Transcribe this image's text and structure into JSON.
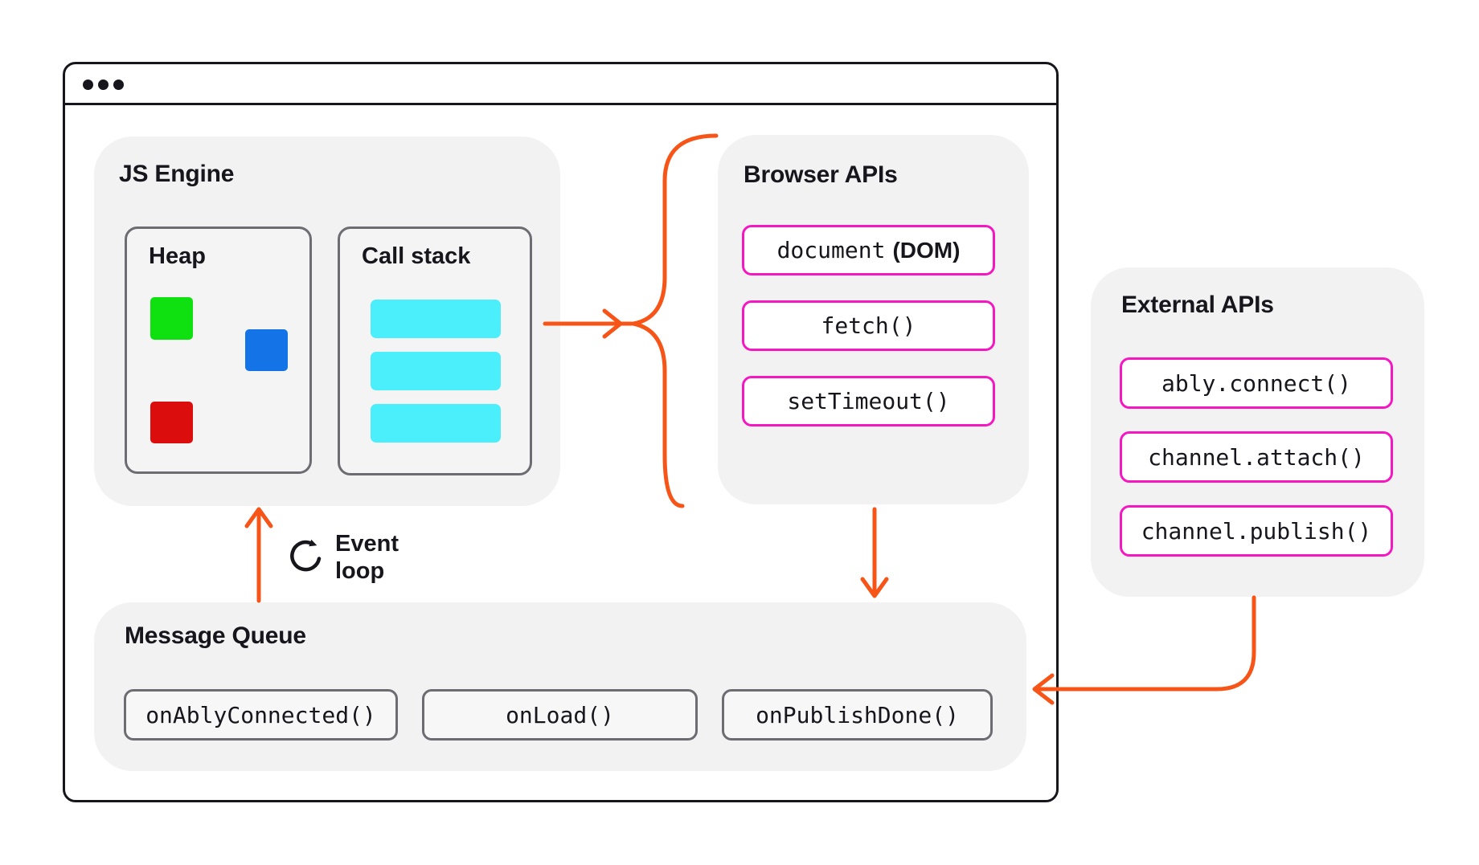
{
  "colors": {
    "orange": "#f75417",
    "magenta": "#f517c1",
    "green": "#0fe00f",
    "blue": "#1473e6",
    "red": "#db0d0d",
    "cyan": "#4beefb",
    "panel_bg": "#f2f2f3",
    "panel_border_gray": "#6c6c72",
    "ink": "#16161c"
  },
  "window": {
    "traffic_dots": 3
  },
  "js_engine": {
    "title": "JS Engine",
    "heap": {
      "title": "Heap",
      "objects": [
        "green-object",
        "blue-object",
        "red-object"
      ]
    },
    "call_stack": {
      "title": "Call stack",
      "frames": 3
    }
  },
  "browser_apis": {
    "title": "Browser APIs",
    "items": [
      {
        "mono": "document",
        "sans": "(DOM)"
      },
      {
        "mono": "fetch()",
        "sans": ""
      },
      {
        "mono": "setTimeout()",
        "sans": ""
      }
    ]
  },
  "external_apis": {
    "title": "External APIs",
    "items": [
      "ably.connect()",
      "channel.attach()",
      "channel.publish()"
    ]
  },
  "message_queue": {
    "title": "Message Queue",
    "items": [
      "onAblyConnected()",
      "onLoad()",
      "onPublishDone()"
    ]
  },
  "event_loop": {
    "line1": "Event",
    "line2": "loop"
  }
}
